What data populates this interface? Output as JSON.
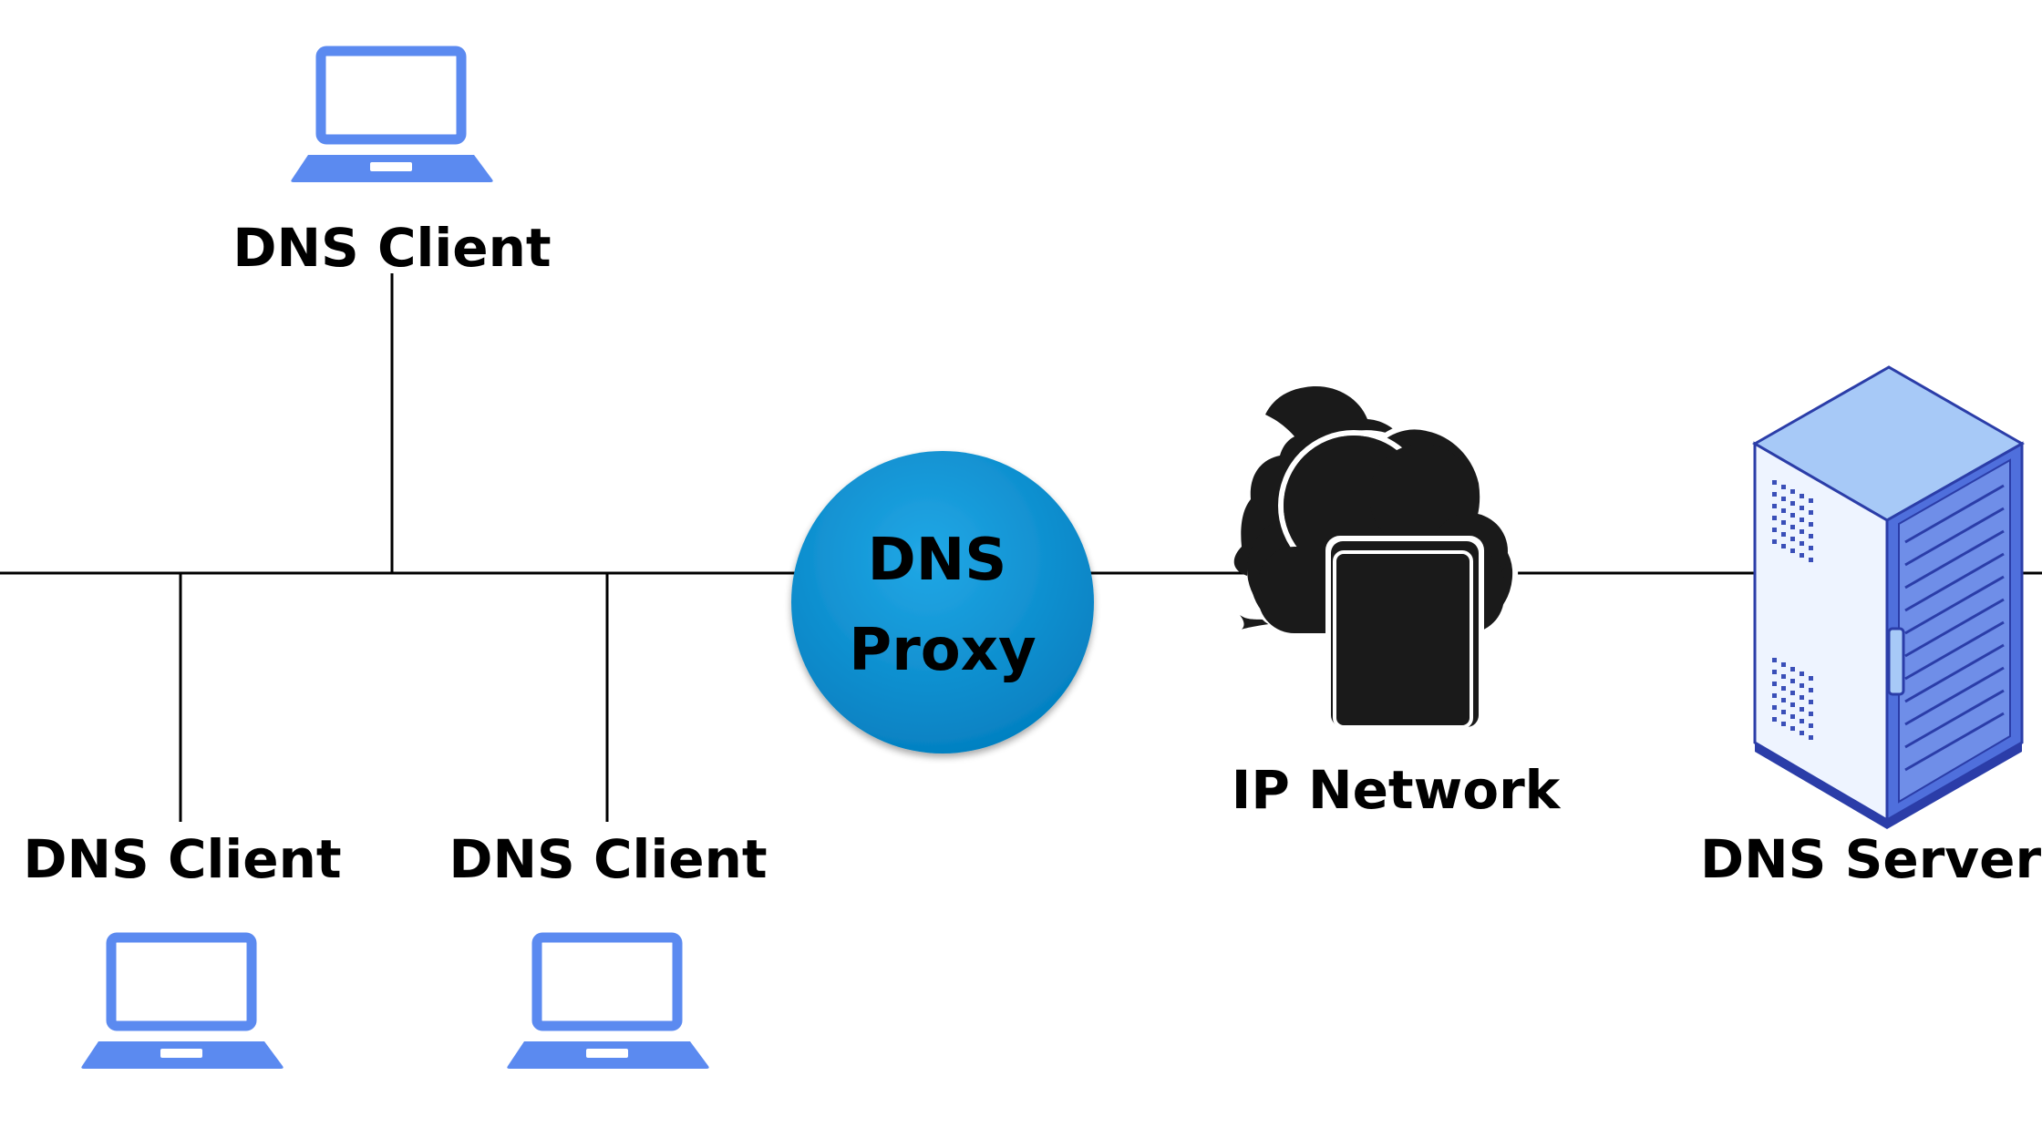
{
  "colors": {
    "background": "#ffffff",
    "line": "#000000",
    "laptop": "#5b8af0",
    "proxy_circle": "#0a8fd0",
    "cloud": "#1a1a1a",
    "server_top": "#a7c9f7",
    "server_side": "#4f6fdc",
    "server_front": "#eef4ff"
  },
  "nodes": {
    "client_top": {
      "label": "DNS Client",
      "icon": "laptop-icon"
    },
    "client_bottom_left": {
      "label": "DNS Client",
      "icon": "laptop-icon"
    },
    "client_bottom_middle": {
      "label": "DNS Client",
      "icon": "laptop-icon"
    },
    "proxy": {
      "line1": "DNS",
      "line2": "Proxy",
      "icon": "circle"
    },
    "network": {
      "label": "IP Network",
      "icon": "cloud-network-icon"
    },
    "server": {
      "label": "DNS Server",
      "icon": "server-rack-icon"
    }
  }
}
